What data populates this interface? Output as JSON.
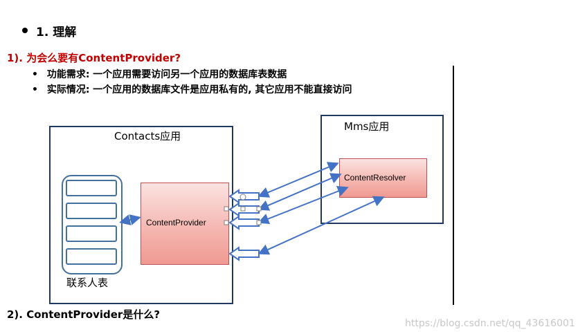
{
  "heading": "1. 理解",
  "question1": "1). 为会么要有ContentProvider?",
  "points": [
    {
      "label": "功能需求:",
      "text": " 一个应用需要访问另一个应用的数据库表数据"
    },
    {
      "label": "实际情况:",
      "text": " 一个应用的数据库文件是应用私有的, 其它应用不能直接访问"
    }
  ],
  "diagram": {
    "contacts_title": "Contacts应用",
    "mms_title": "Mms应用",
    "content_provider": "ContentProvider",
    "content_resolver": "ContentResolver",
    "table_label": "联系人表"
  },
  "question2": "2). ContentProvider是什么?",
  "watermark": "https://blog.csdn.net/qq_43616001",
  "colors": {
    "red_heading": "#c00000",
    "box_border": "#1f3864",
    "arrow": "#4472c4",
    "db_border": "#41719c"
  }
}
